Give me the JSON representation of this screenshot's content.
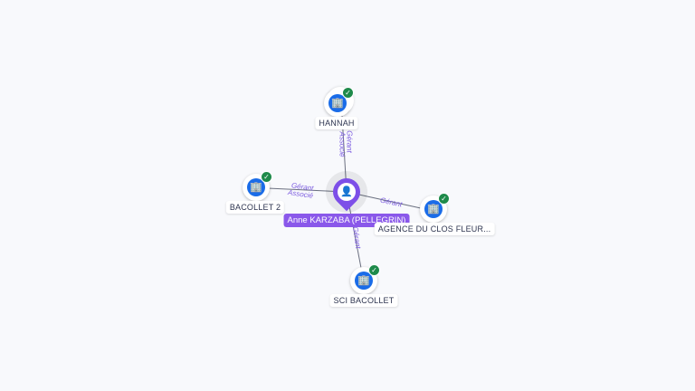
{
  "center": {
    "name": "Anne KARZABA (PELLEGRIN)",
    "icon": "person-icon"
  },
  "companies": [
    {
      "name": "HANNAH",
      "icon": "building-icon",
      "verified": true,
      "relations": [
        "Gérant",
        "Associé"
      ]
    },
    {
      "name": "BACOLLET 2",
      "icon": "building-icon",
      "verified": true,
      "relations": [
        "Gérant",
        "Associé"
      ]
    },
    {
      "name": "AGENCE DU CLOS FLEUR...",
      "icon": "building-icon",
      "verified": true,
      "relations": [
        "Gérant"
      ]
    },
    {
      "name": "SCI BACOLLET",
      "icon": "building-icon",
      "verified": true,
      "relations": [
        "Gérant"
      ]
    }
  ],
  "colors": {
    "accent": "#7d4fe8",
    "company": "#1a6ce8",
    "verified": "#1e8a4a",
    "edge_label": "#7c5ce0"
  }
}
